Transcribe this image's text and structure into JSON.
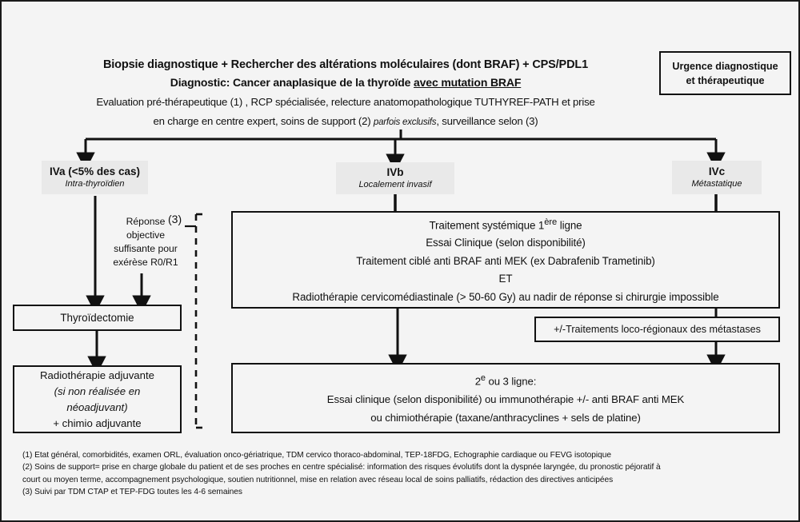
{
  "header": {
    "line1_bold_lead": "Biopsie",
    "line1_rest": " diagnostique + Rechercher des altérations moléculaires (dont BRAF) + CPS/PDL1",
    "line2_lead": "Diagnostic: Cancer anaplasique de la thyroïde ",
    "line2_underlined": "avec mutation BRAF",
    "line3a": "Evaluation pré-thérapeutique (1) , RCP spécialisée, relecture anatomopathologique TUTHYREF-PATH et prise",
    "line3b_pre": "en charge en centre expert, soins de support (2) ",
    "line3b_italic": "parfois exclusifs",
    "line3b_post": ", surveillance selon (3)"
  },
  "urgence": {
    "line1": "Urgence diagnostique",
    "line2": "et thérapeutique"
  },
  "stages": [
    {
      "id": "IVa",
      "title": "IVa (<5% des cas)",
      "subtitle": "Intra-thyroïdien"
    },
    {
      "id": "IVb",
      "title": "IVb",
      "subtitle": "Localement invasif"
    },
    {
      "id": "IVc",
      "title": "IVc",
      "subtitle": "Métastatique"
    }
  ],
  "branch_label": {
    "line1": "Réponse",
    "line2": "objective",
    "line3": "suffisante pour",
    "line4": "exérèse R0/R1",
    "note_ref": "(3)"
  },
  "boxes": {
    "systemique": {
      "line1": "Traitement systémique  1ère ligne",
      "line1_main": "Traitement systémique  1",
      "line1_sup": "ère",
      "line1_tail": " ligne",
      "line2": "Essai Clinique (selon disponibilité)",
      "line3": "Traitement ciblé anti BRAF anti MEK (ex Dabrafenib Trametinib)",
      "line4": "ET",
      "line5": "Radiothérapie cervicomédiastinale (> 50-60 Gy) au nadir de réponse si chirurgie impossible"
    },
    "locoregional": {
      "label": "+/-Traitements loco-régionaux des métastases"
    },
    "second_line": {
      "line1_main": "2",
      "line1_sup": "e",
      "line1_tail": " ou 3 ligne:",
      "line1": "2e ou 3 ligne:",
      "line2": "Essai clinique (selon disponibilité) ou immunothérapie +/- anti BRAF anti MEK",
      "line3": "ou chimiothérapie (taxane/anthracyclines + sels de platine)"
    },
    "thyroidectomie": {
      "label": "Thyroïdectomie"
    },
    "radiotherapie": {
      "line1": "Radiothérapie adjuvante",
      "line2_italic": "(si non réalisée en",
      "line3_italic": "néoadjuvant)",
      "line4": "+ chimio adjuvante"
    }
  },
  "footnotes": {
    "n1": "(1) Etat général, comorbidités, examen ORL,  évaluation onco-gériatrique, TDM cervico thoraco-abdominal, TEP-18FDG, Echographie cardiaque ou FEVG isotopique",
    "n2a": "(2) Soins de support= prise en charge globale du patient et de ses proches en centre spécialisé: information des risques évolutifs dont la dyspnée laryngée, du pronostic péjoratif à",
    "n2b": "court ou moyen terme, accompagnement psychologique, soutien nutritionnel, mise en relation avec réseau local de soins palliatifs, rédaction des directives anticipées",
    "n3": "(3) Suivi par TDM CTAP et TEP-FDG toutes les 4-6 semaines"
  },
  "colors": {
    "page_background": "#f4f4f4",
    "border": "#111111",
    "stage_fill": "#e9e9e9",
    "text": "#111111"
  }
}
